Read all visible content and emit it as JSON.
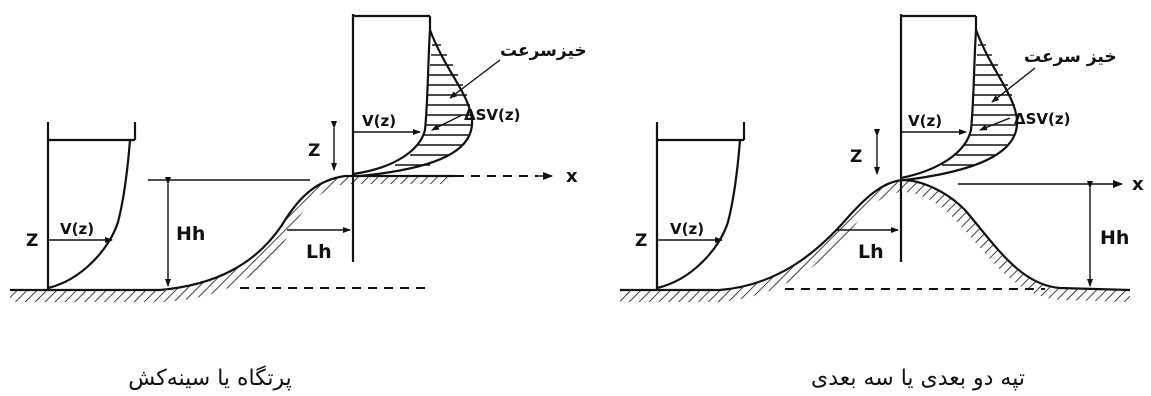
{
  "left_panel": {
    "caption": "پرتگاه یا سینه‌کش",
    "speedup_label": "خیزسرعت",
    "z_label": "Z",
    "vz_label": "V(z)",
    "delta_sv_label": "ΔSV(z)",
    "x_label": "x",
    "h_label": "Hh",
    "l_label": "Lh"
  },
  "right_panel": {
    "caption": "تپه دو بعدی یا سه بعدی",
    "speedup_label": "خیز سرعت",
    "z_label": "Z",
    "vz_label": "V(z)",
    "delta_sv_label": "ΔSV(z)",
    "x_label": "x",
    "h_label": "Hh",
    "l_label": "Lh"
  }
}
